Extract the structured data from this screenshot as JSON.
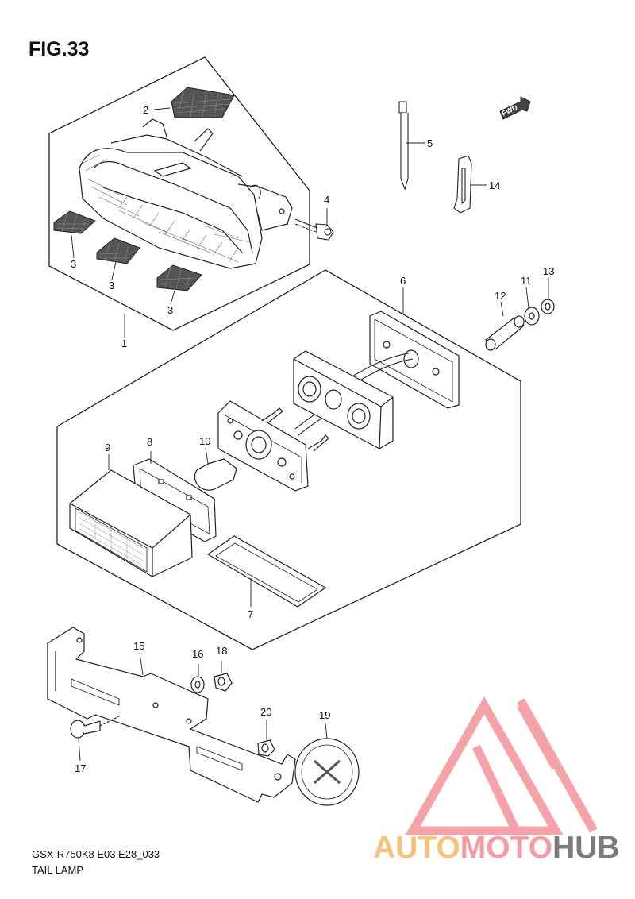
{
  "figure": {
    "title": "FIG.33",
    "model_code": "GSX-R750K8 E03 E28_033",
    "name": "TAIL LAMP"
  },
  "fwd_label": "FWD",
  "callouts": [
    {
      "id": "c1",
      "label": "1"
    },
    {
      "id": "c2",
      "label": "2"
    },
    {
      "id": "c3a",
      "label": "3"
    },
    {
      "id": "c3b",
      "label": "3"
    },
    {
      "id": "c3c",
      "label": "3"
    },
    {
      "id": "c4",
      "label": "4"
    },
    {
      "id": "c5",
      "label": "5"
    },
    {
      "id": "c6",
      "label": "6"
    },
    {
      "id": "c7",
      "label": "7"
    },
    {
      "id": "c8",
      "label": "8"
    },
    {
      "id": "c9",
      "label": "9"
    },
    {
      "id": "c10",
      "label": "10"
    },
    {
      "id": "c11",
      "label": "11"
    },
    {
      "id": "c12",
      "label": "12"
    },
    {
      "id": "c13",
      "label": "13"
    },
    {
      "id": "c14",
      "label": "14"
    },
    {
      "id": "c15",
      "label": "15"
    },
    {
      "id": "c16",
      "label": "16"
    },
    {
      "id": "c17",
      "label": "17"
    },
    {
      "id": "c18",
      "label": "18"
    },
    {
      "id": "c19",
      "label": "19"
    },
    {
      "id": "c20",
      "label": "20"
    }
  ],
  "watermark": {
    "part1": "AUTO",
    "part2": "MOTO",
    "part3": "HUB",
    "colors": {
      "auto": "#f6c17a",
      "moto": "#f59aa0",
      "hub": "#7b7b7b",
      "logo": "#f59aa0"
    }
  }
}
